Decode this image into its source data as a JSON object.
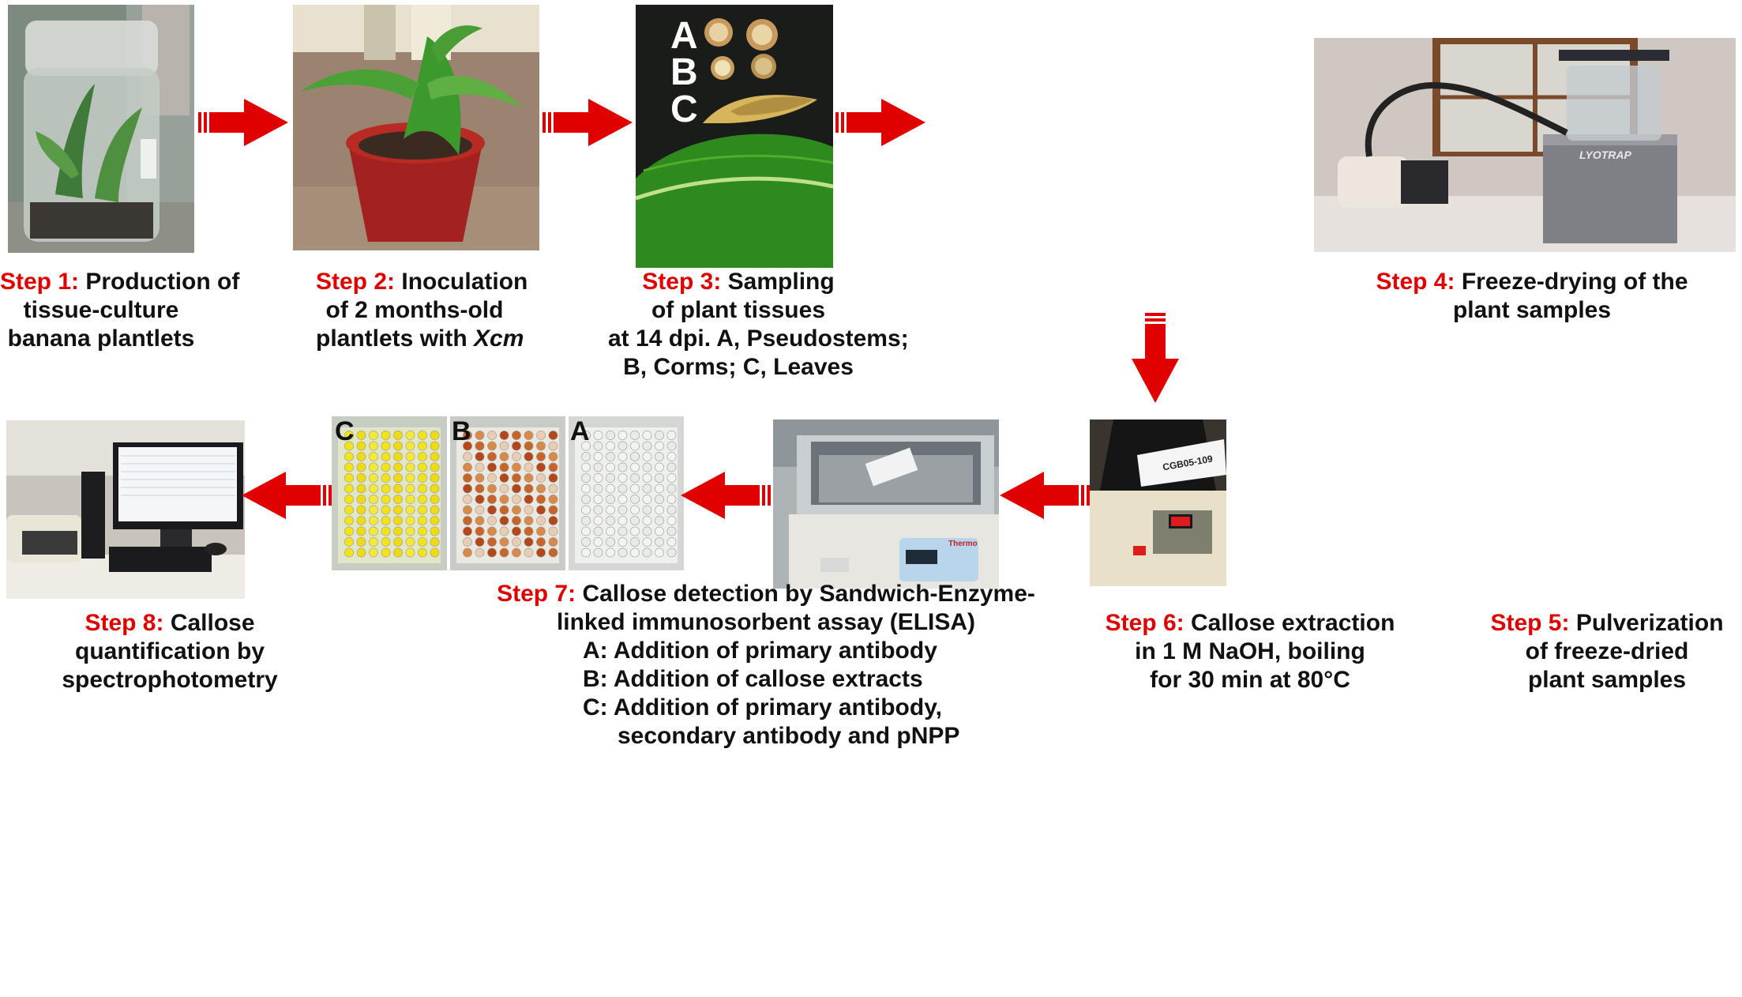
{
  "steps": [
    {
      "label": "Step 1:",
      "lines": [
        "Production of",
        "tissue-culture",
        "banana plantlets"
      ]
    },
    {
      "label": "Step 2:",
      "lines": [
        "Inoculation",
        "of 2 months-old",
        "plantlets with "
      ],
      "italic": "Xcm"
    },
    {
      "label": "Step 3:",
      "lines": [
        "Sampling",
        "of plant tissues",
        "at 14 dpi. A, Pseudostems;",
        "B, Corms; C, Leaves"
      ]
    },
    {
      "label": "Step 4:",
      "lines": [
        "Freeze-drying of  the",
        "plant samples"
      ]
    },
    {
      "label": "Step 5:",
      "lines": [
        "Pulverization",
        "of freeze-dried",
        "plant samples"
      ]
    },
    {
      "label": "Step 6:",
      "lines": [
        "Callose extraction",
        "in 1 M NaOH, boiling",
        "for 30 min at 80°C"
      ]
    },
    {
      "label": "Step 7:",
      "lines": [
        "Callose detection by Sandwich-Enzyme-",
        "linked immunosorbent assay (ELISA)",
        "A: Addition of primary antibody",
        "B: Addition of callose extracts",
        "C: Addition of primary antibody,",
        "secondary antibody and pNPP"
      ]
    },
    {
      "label": "Step 8:",
      "lines": [
        "Callose",
        "quantification by",
        "spectrophotometry"
      ]
    }
  ],
  "photo_labels": {
    "step3": [
      "A",
      "B",
      "C"
    ],
    "plates": [
      "C",
      "B",
      "A"
    ],
    "device_step5": "CGB05-109",
    "device_step4": "LYOTRAP",
    "device_step6": "Thermo"
  },
  "colors": {
    "step_label": "#e00000",
    "arrow": "#e00000",
    "text": "#111111"
  }
}
